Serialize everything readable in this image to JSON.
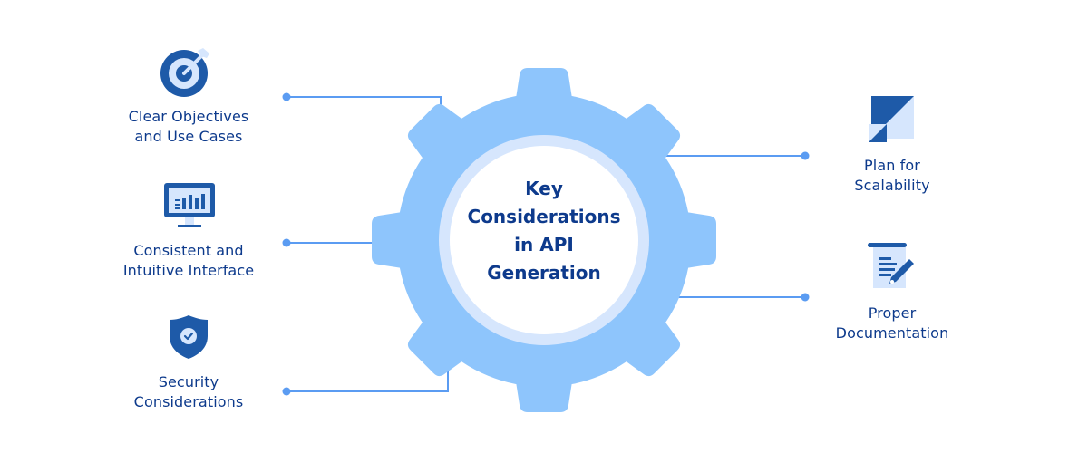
{
  "diagram": {
    "center": {
      "lines": [
        "Key",
        "Considerations",
        "in API",
        "Generation"
      ]
    },
    "items": [
      {
        "id": "clear-objectives",
        "icon": "target-icon",
        "lines": [
          "Clear Objectives",
          "and Use Cases"
        ],
        "side": "left"
      },
      {
        "id": "consistent-interface",
        "icon": "monitor-chart-icon",
        "lines": [
          "Consistent and",
          "Intuitive Interface"
        ],
        "side": "left"
      },
      {
        "id": "security",
        "icon": "shield-check-icon",
        "lines": [
          "Security",
          "Considerations"
        ],
        "side": "left"
      },
      {
        "id": "scalability",
        "icon": "scalability-icon",
        "lines": [
          "Plan for",
          "Scalability"
        ],
        "side": "right"
      },
      {
        "id": "documentation",
        "icon": "document-pen-icon",
        "lines": [
          "Proper",
          "Documentation"
        ],
        "side": "right"
      }
    ],
    "colors": {
      "gear": "#8ec5fc",
      "ring": "#d6e6fd",
      "connector": "#5b9cf2",
      "icon_dark": "#1e5aa8",
      "icon_light": "#d6e6fd",
      "text": "#0d3a8c"
    }
  }
}
